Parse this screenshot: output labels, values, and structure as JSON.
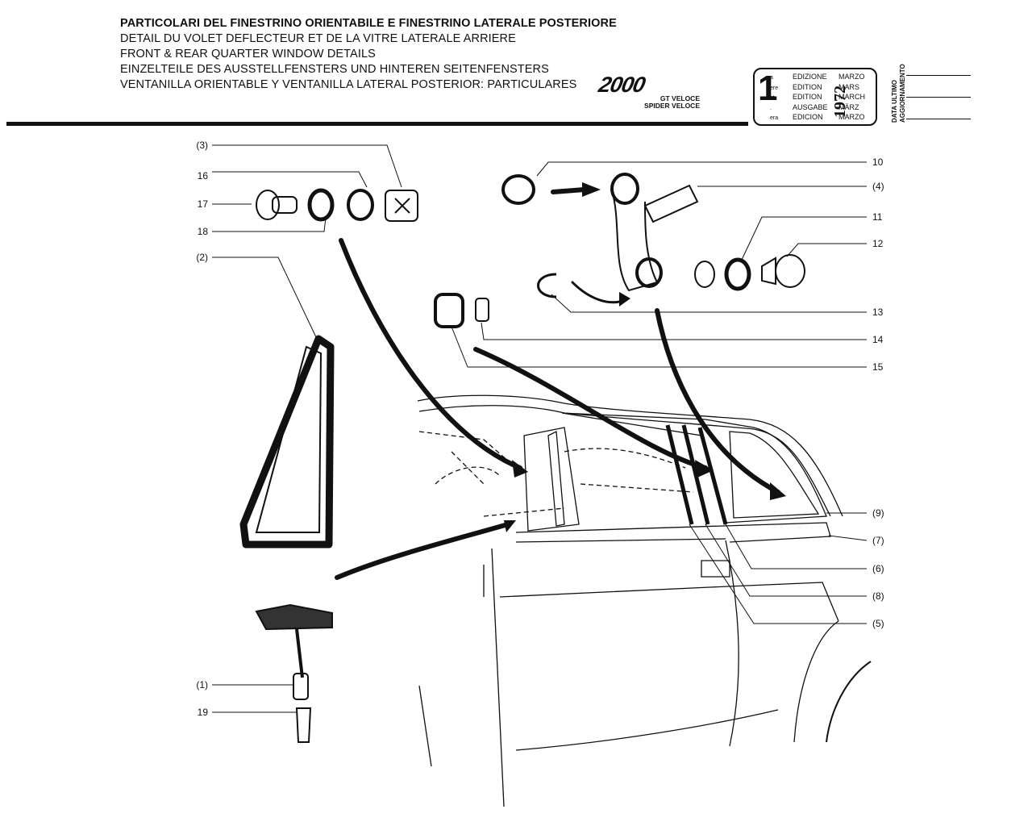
{
  "header": {
    "titles": [
      "PARTICOLARI DEL FINESTRINO ORIENTABILE E FINESTRINO LATERALE POSTERIORE",
      "DETAIL DU VOLET DEFLECTEUR ET DE LA VITRE LATERALE ARRIERE",
      "FRONT & REAR QUARTER WINDOW DETAILS",
      "EINZELTEILE DES AUSSTELLFENSTERS UND HINTEREN SEITENFENSTERS",
      "VENTANILLA ORIENTABLE Y VENTANILLA LATERAL POSTERIOR: PARTICULARES"
    ],
    "logo": "2000",
    "models": [
      "GT VELOCE",
      "SPIDER VELOCE"
    ]
  },
  "edition": {
    "number": "1",
    "suffixes": [
      "a",
      "ere",
      "st",
      ".",
      "era"
    ],
    "words": [
      "EDIZIONE",
      "EDITION",
      "EDITION",
      "AUSGABE",
      "EDICION"
    ],
    "year": "1972",
    "months": [
      "MARZO",
      "MARS",
      "MARCH",
      "MÄRZ",
      "MARZO"
    ]
  },
  "update_label": [
    "DATA ULTIMO",
    "AGGIORNAMENTO"
  ],
  "callouts": {
    "left": [
      "(3)",
      "16",
      "17",
      "18",
      "(2)",
      "(1)",
      "19"
    ],
    "right": [
      "10",
      "(4)",
      "11",
      "12",
      "13",
      "14",
      "15",
      "(9)",
      "(7)",
      "(6)",
      "(8)",
      "(5)"
    ]
  }
}
